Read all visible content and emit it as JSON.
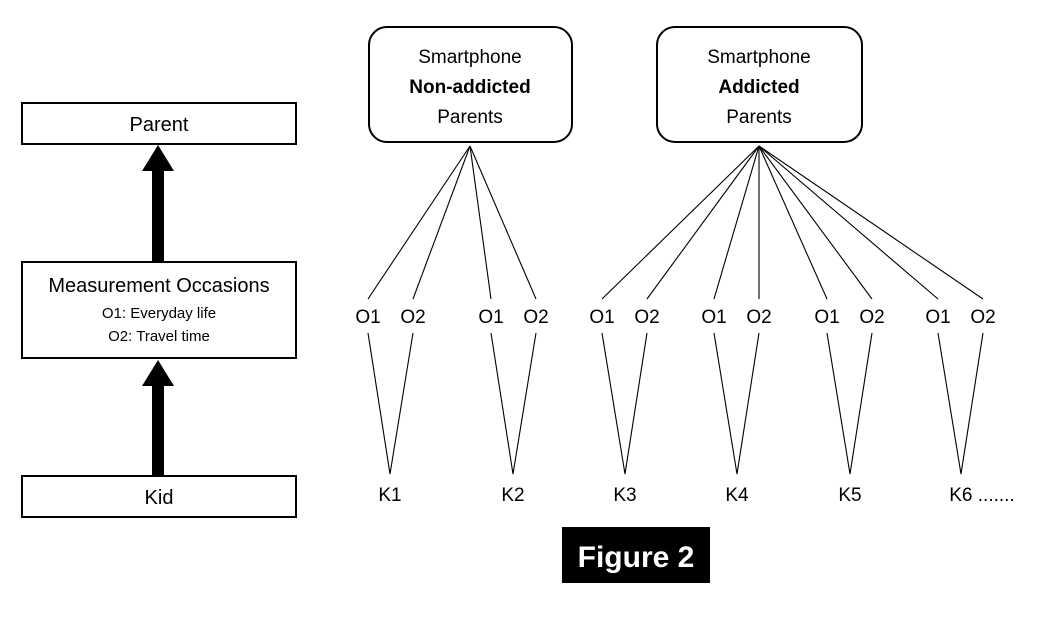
{
  "figure": {
    "caption": "Figure 2",
    "caption_bg_color": "#000000",
    "caption_text_color": "#ffffff"
  },
  "legend_panel": {
    "levels": [
      {
        "id": "parent",
        "title": "Parent",
        "sublines": []
      },
      {
        "id": "measurement-occasions",
        "title": "Measurement Occasions",
        "sublines": [
          "O1: Everyday life",
          "O2: Travel time"
        ]
      },
      {
        "id": "kid",
        "title": "Kid",
        "sublines": []
      }
    ],
    "arrows": [
      {
        "from": "measurement-occasions",
        "to": "parent"
      },
      {
        "from": "kid",
        "to": "measurement-occasions"
      }
    ]
  },
  "tree": {
    "groups": [
      {
        "id": "non-addicted",
        "lines": [
          {
            "text": "Smartphone",
            "bold": false
          },
          {
            "text": "Non-addicted",
            "bold": true
          },
          {
            "text": "Parents",
            "bold": false
          }
        ],
        "occasion_labels": [
          "O1",
          "O2",
          "O1",
          "O2"
        ],
        "kid_labels": [
          "K1",
          "K2"
        ]
      },
      {
        "id": "addicted",
        "lines": [
          {
            "text": "Smartphone",
            "bold": false
          },
          {
            "text": "Addicted",
            "bold": true
          },
          {
            "text": "Parents",
            "bold": false
          }
        ],
        "occasion_labels": [
          "O1",
          "O2",
          "O1",
          "O2",
          "O1",
          "O2",
          "O1",
          "O2"
        ],
        "kid_labels": [
          "K3",
          "K4",
          "K5",
          "K6 ......."
        ]
      }
    ]
  },
  "chart_data": {
    "type": "diagram",
    "title": "Figure 2",
    "description": "Multilevel nesting structure: kids nested in measurement occasions nested in parents, split by smartphone non-addicted vs addicted parent groups",
    "levels": [
      "Parent",
      "Measurement Occasions",
      "Kid"
    ],
    "occasion_definitions": {
      "O1": "Everyday life",
      "O2": "Travel time"
    },
    "groups": [
      {
        "name": "Smartphone Non-addicted Parents",
        "kids": [
          "K1",
          "K2"
        ],
        "occasions_per_kid": [
          "O1",
          "O2"
        ],
        "total_occasions": 4
      },
      {
        "name": "Smartphone Addicted Parents",
        "kids": [
          "K3",
          "K4",
          "K5",
          "K6 ......."
        ],
        "occasions_per_kid": [
          "O1",
          "O2"
        ],
        "total_occasions": 8
      }
    ]
  }
}
